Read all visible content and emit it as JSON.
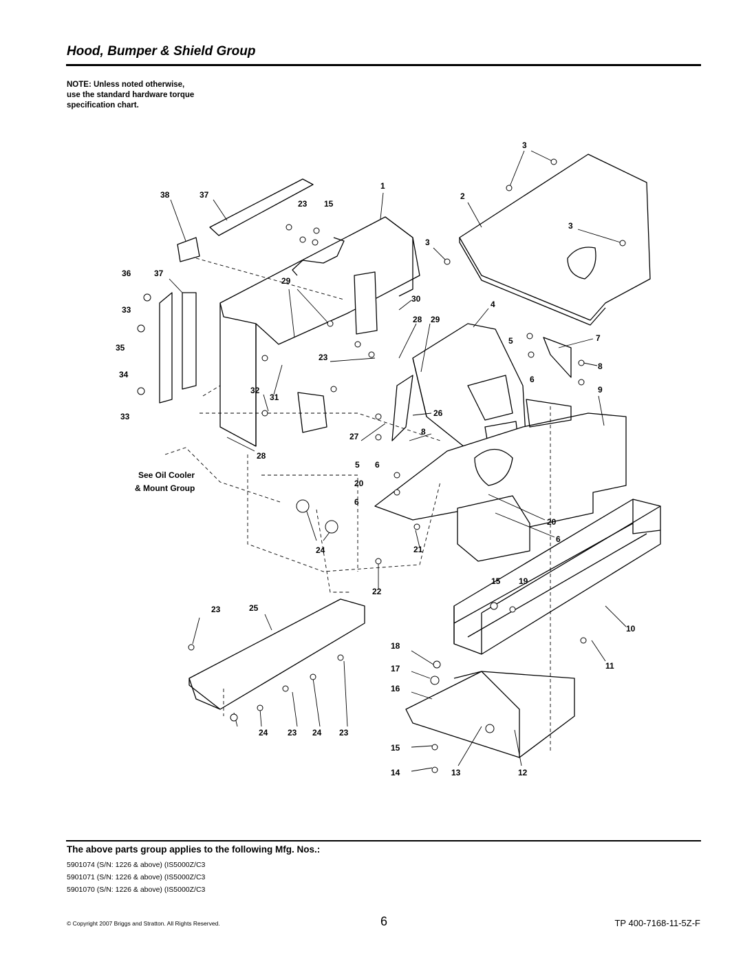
{
  "page": {
    "title": "Hood, Bumper & Shield Group",
    "note": [
      "NOTE: Unless noted otherwise,",
      "use the standard hardware torque",
      "specification chart."
    ]
  },
  "diagram": {
    "callouts": {
      "c1": "1",
      "c2": "2",
      "c3a": "3",
      "c3b": "3",
      "c3c": "3",
      "c4": "4",
      "c5a": "5",
      "c5b": "5",
      "c6a": "6",
      "c6b": "6",
      "c6c": "6",
      "c6d": "6",
      "c7": "7",
      "c8a": "8",
      "c8b": "8",
      "c9": "9",
      "c10": "10",
      "c11": "11",
      "c12": "12",
      "c13": "13",
      "c14": "14",
      "c15a": "15",
      "c15b": "15",
      "c15c": "15",
      "c16": "16",
      "c17": "17",
      "c18": "18",
      "c19": "19",
      "c20a": "20",
      "c20b": "20",
      "c21": "21",
      "c22": "22",
      "c23a": "23",
      "c23b": "23",
      "c23c": "23",
      "c23d": "23",
      "c23e": "23",
      "c24a": "24",
      "c24b": "24",
      "c24c": "24",
      "c25": "25",
      "c26": "26",
      "c27": "27",
      "c28a": "28",
      "c28b": "28",
      "c29a": "29",
      "c29b": "29",
      "c30": "30",
      "c31": "31",
      "c32": "32",
      "c33a": "33",
      "c33b": "33",
      "c34": "34",
      "c35": "35",
      "c36": "36",
      "c37a": "37",
      "c37b": "37",
      "c38": "38"
    },
    "see_ref": [
      "See Oil Cooler",
      "& Mount Group"
    ]
  },
  "applies": {
    "heading": "The above parts group applies to the following Mfg. Nos.:",
    "models": [
      "5901074 (S/N: 1226 & above) (IS5000Z/C3",
      "5901071 (S/N: 1226 & above) (IS5000Z/C3",
      "5901070 (S/N: 1226 & above) (IS5000Z/C3"
    ]
  },
  "footer": {
    "copyright": "© Copyright 2007 Briggs and Stratton. All Rights Reserved.",
    "page_number": "6",
    "doc_code": "TP 400-7168-11-5Z-F"
  }
}
